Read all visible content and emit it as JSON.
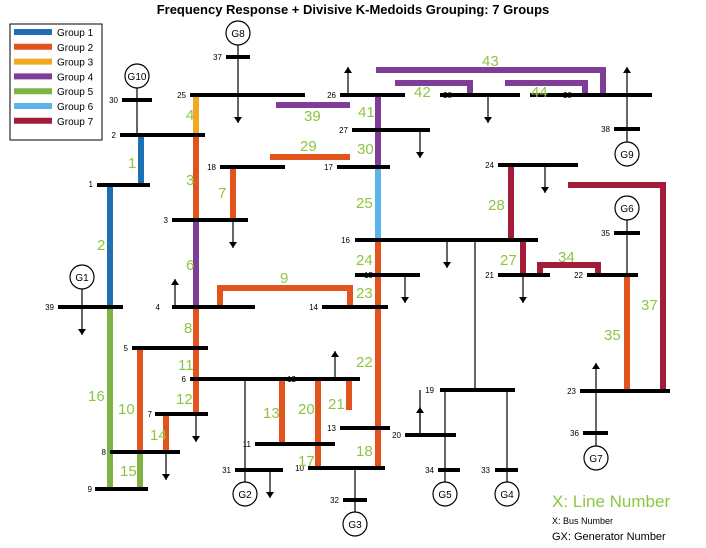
{
  "title": "Frequency Response + Divisive K-Medoids Grouping: 7 Groups",
  "colors": {
    "group1": "#1f6fb5",
    "group2": "#e2541e",
    "group3": "#f2a922",
    "group4": "#7f3d97",
    "group5": "#7cb342",
    "group6": "#5ab4e6",
    "group7": "#a31d3a",
    "line_label": "#8cc63f"
  },
  "legend": {
    "items": [
      {
        "label": "Group 1",
        "color": "#1f6fb5"
      },
      {
        "label": "Group 2",
        "color": "#e2541e"
      },
      {
        "label": "Group 3",
        "color": "#f2a922"
      },
      {
        "label": "Group 4",
        "color": "#7f3d97"
      },
      {
        "label": "Group 5",
        "color": "#7cb342"
      },
      {
        "label": "Group 6",
        "color": "#5ab4e6"
      },
      {
        "label": "Group 7",
        "color": "#a31d3a"
      }
    ]
  },
  "key": {
    "line": "X: Line Number",
    "bus": "X: Bus Number",
    "gen": "GX: Generator Number"
  },
  "buses": [
    "1",
    "2",
    "3",
    "4",
    "5",
    "6",
    "7",
    "8",
    "9",
    "10",
    "11",
    "12",
    "13",
    "14",
    "15",
    "16",
    "17",
    "18",
    "19",
    "20",
    "21",
    "22",
    "23",
    "24",
    "25",
    "26",
    "27",
    "28",
    "29",
    "30",
    "31",
    "32",
    "33",
    "34",
    "35",
    "36",
    "37",
    "38",
    "39"
  ],
  "generators": [
    "G1",
    "G2",
    "G3",
    "G4",
    "G5",
    "G6",
    "G7",
    "G8",
    "G9",
    "G10"
  ],
  "line_numbers": [
    "1",
    "2",
    "3",
    "4",
    "6",
    "7",
    "8",
    "9",
    "10",
    "11",
    "12",
    "13",
    "14",
    "15",
    "16",
    "17",
    "18",
    "20",
    "21",
    "22",
    "23",
    "24",
    "25",
    "27",
    "28",
    "29",
    "30",
    "34",
    "35",
    "37",
    "39",
    "41",
    "42",
    "43",
    "44"
  ]
}
